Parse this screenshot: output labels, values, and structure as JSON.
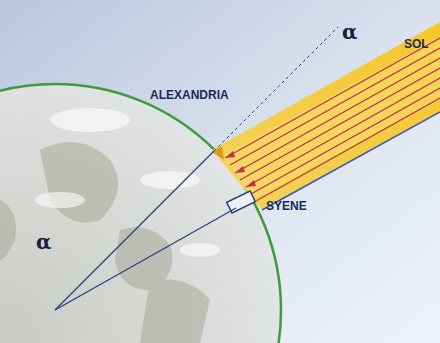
{
  "diagram": {
    "labels": [
      "α",
      "ALEXANDRIA",
      "SOL",
      "SYENE",
      "α"
    ]
  }
}
